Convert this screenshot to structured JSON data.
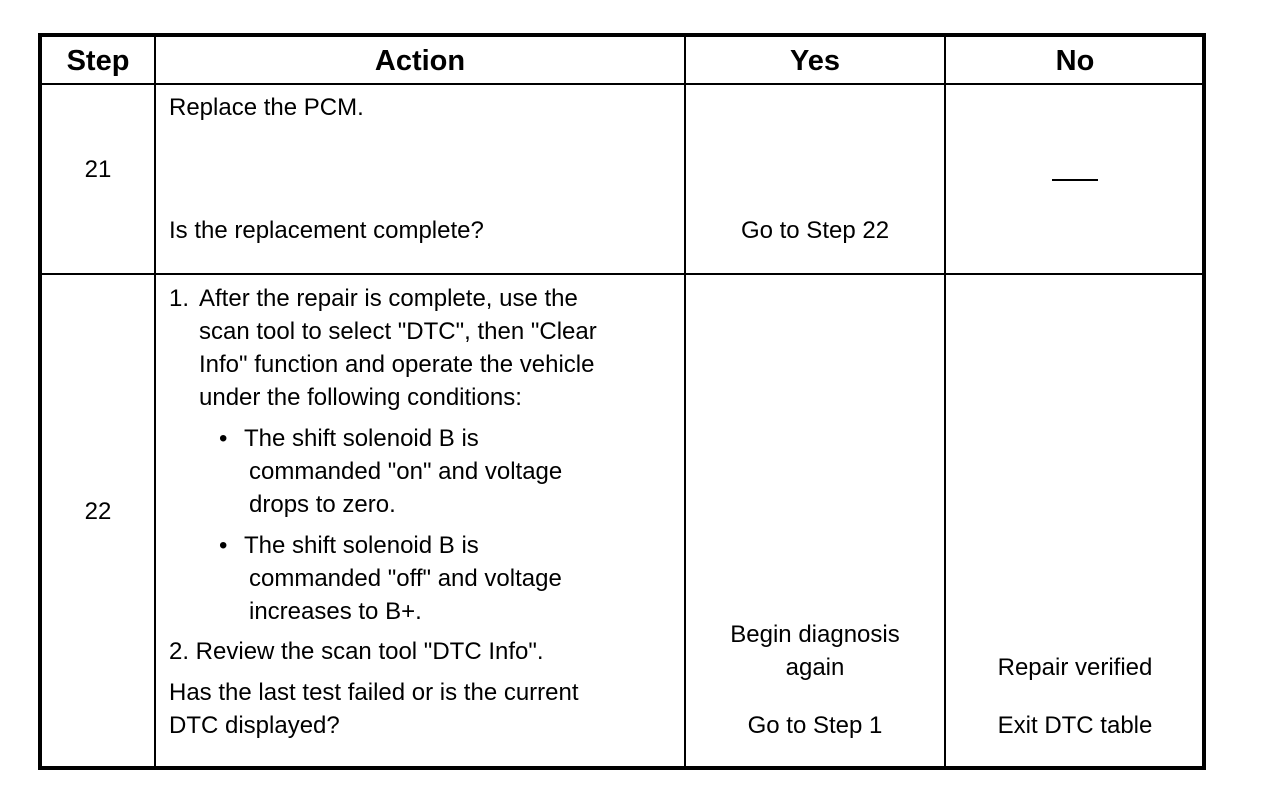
{
  "table": {
    "headers": {
      "step": "Step",
      "action": "Action",
      "yes": "Yes",
      "no": "No"
    },
    "rows": [
      {
        "step": "21",
        "action_lines": [
          "Replace the PCM."
        ],
        "question": "Is the replacement complete?",
        "yes": "Go to Step 22",
        "no": "—"
      },
      {
        "step": "22",
        "item1_num": "1.",
        "item1_lines": [
          "After the repair is complete, use the",
          "scan tool to select \"DTC\", then \"Clear",
          "Info\" function and operate the vehicle",
          "under the following conditions:"
        ],
        "bullet_char": "•",
        "bullet1_lines": [
          "The shift solenoid B is",
          "commanded \"on\" and voltage",
          "drops to zero."
        ],
        "bullet2_lines": [
          "The shift solenoid B is",
          "commanded \"off\" and voltage",
          "increases to B+."
        ],
        "item2": "2. Review the scan tool \"DTC Info\".",
        "question_lines": [
          "Has the last test failed or is the current",
          "DTC displayed?"
        ],
        "yes_lines": [
          "Begin diagnosis",
          "again"
        ],
        "yes_goto": "Go to Step 1",
        "no_result": "Repair verified",
        "no_exit": "Exit DTC table"
      }
    ]
  }
}
